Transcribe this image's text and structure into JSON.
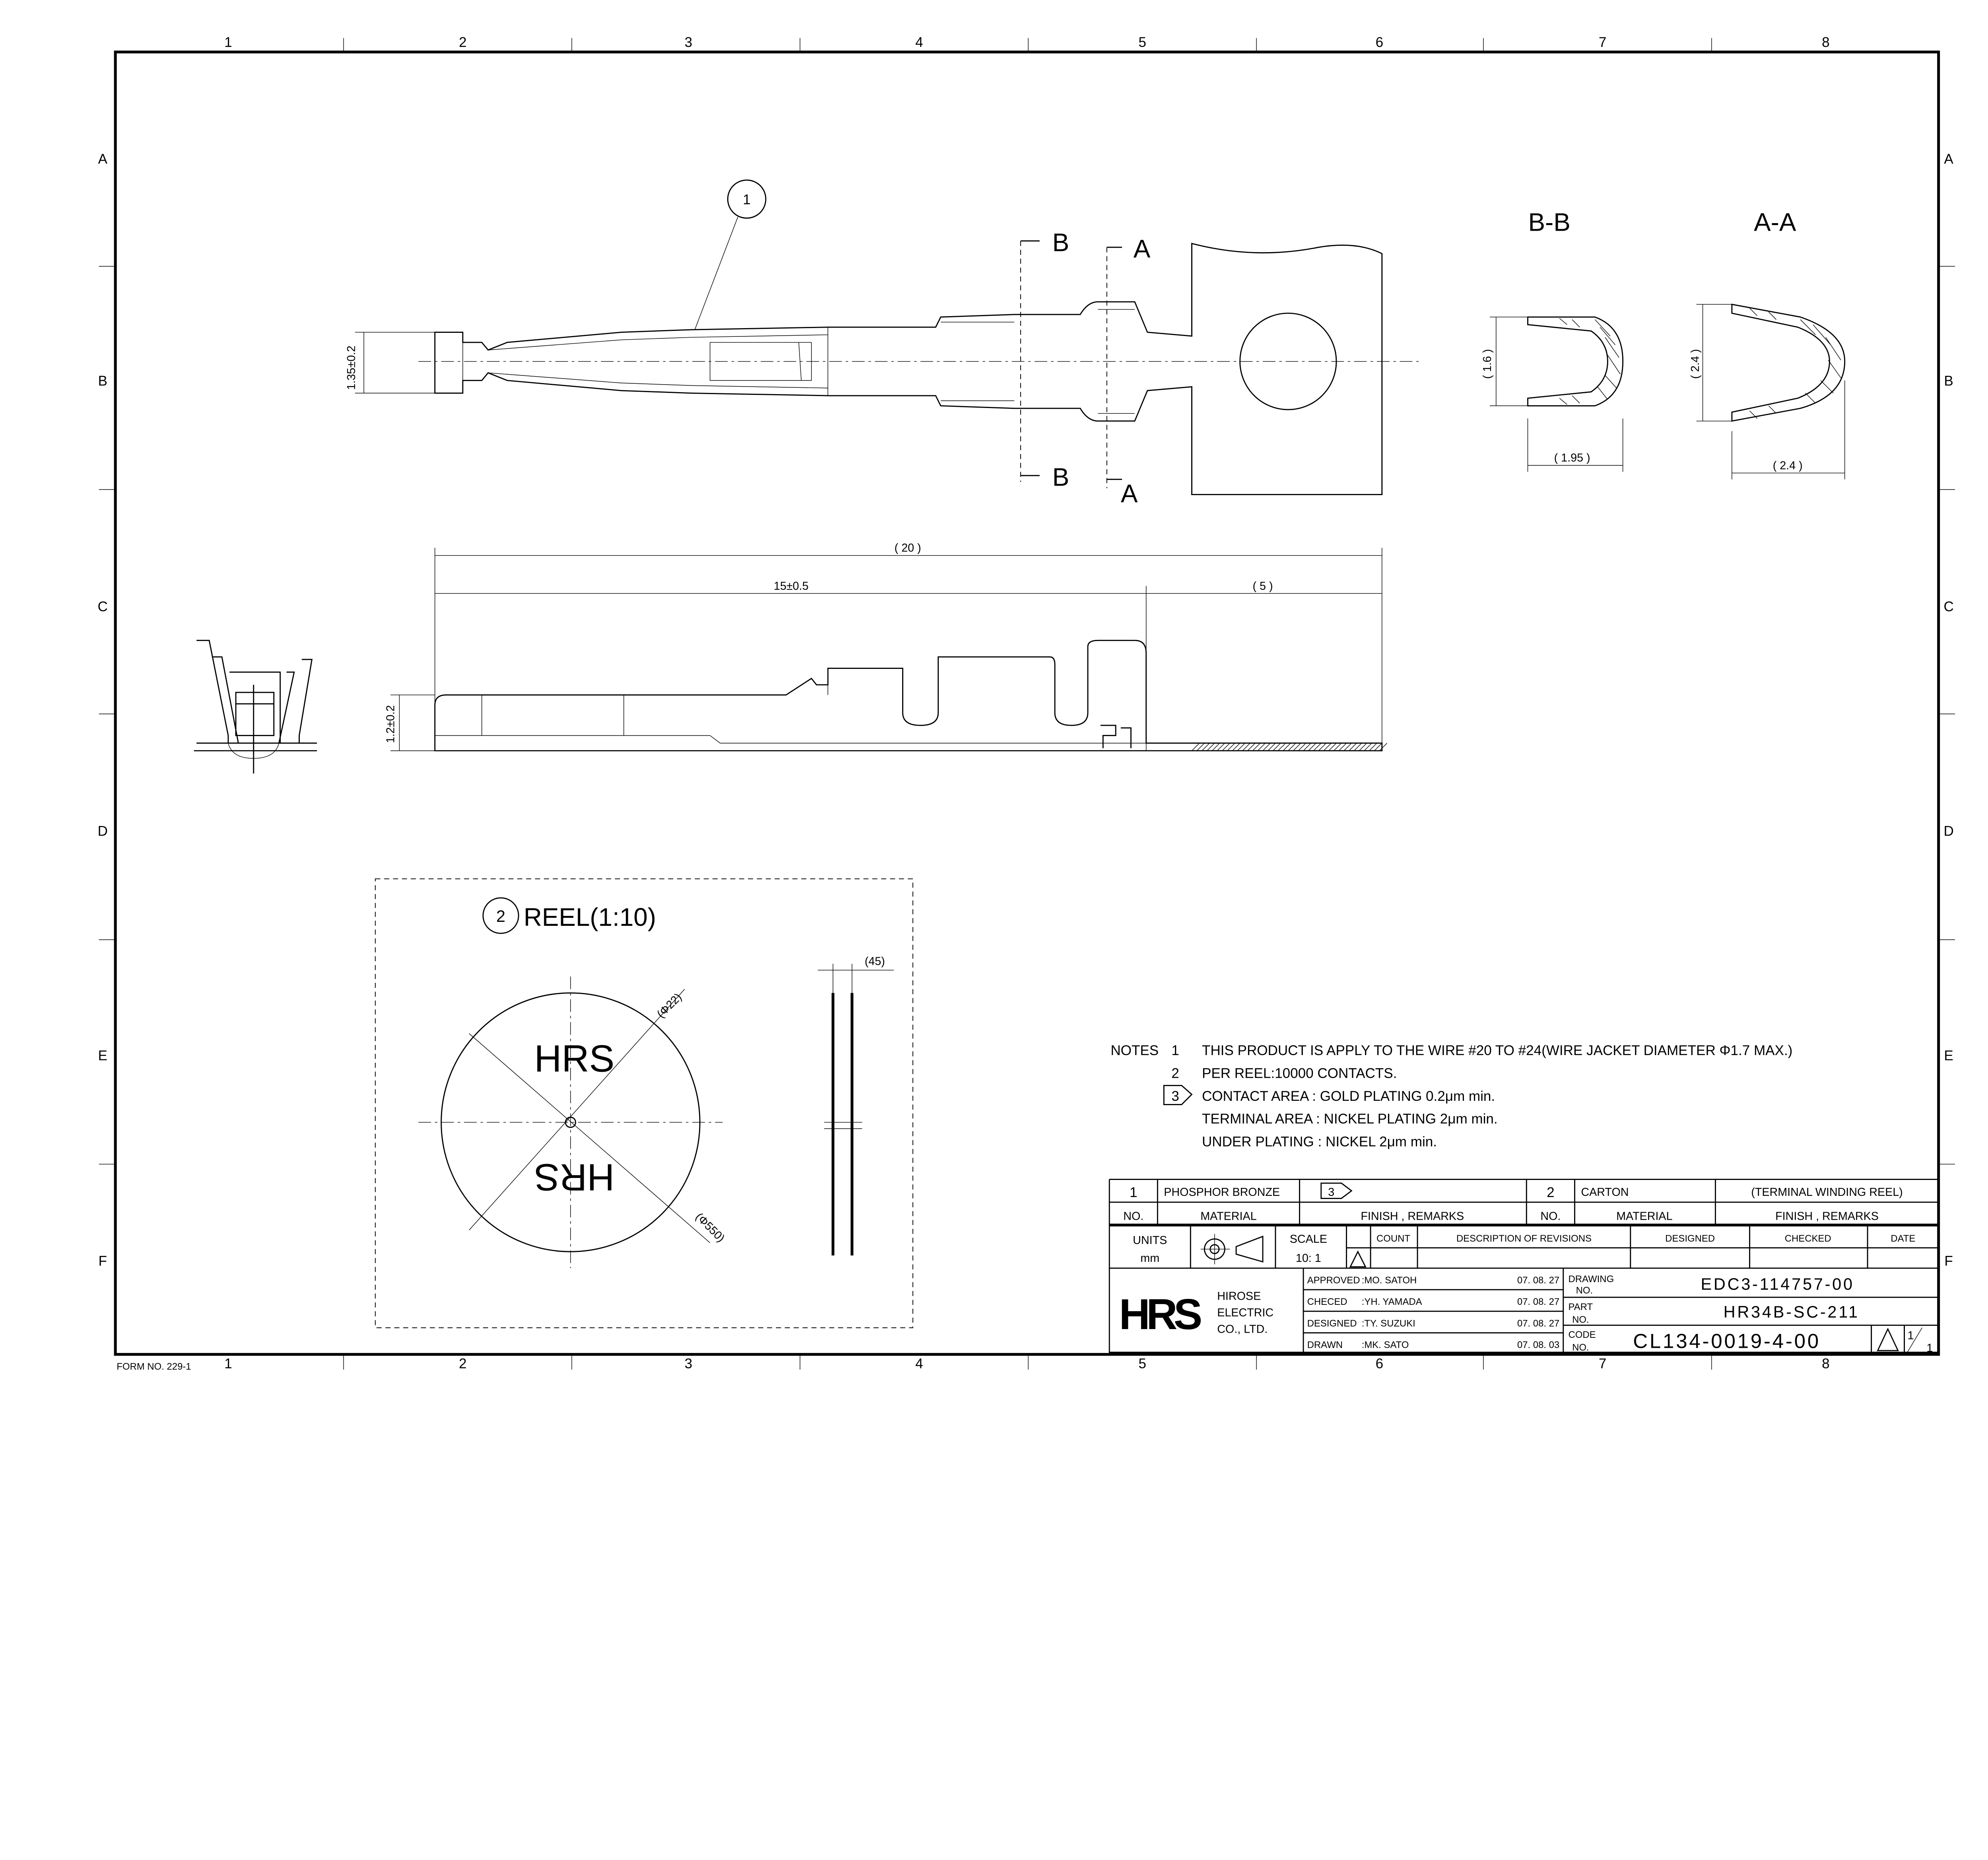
{
  "frame": {
    "column_labels": [
      "1",
      "2",
      "3",
      "4",
      "5",
      "6",
      "7",
      "8"
    ],
    "row_labels": [
      "A",
      "B",
      "C",
      "D",
      "E",
      "F"
    ],
    "form_no": "FORM NO. 229-1"
  },
  "contact_views": {
    "callout_item": "1",
    "section_b_letter": "B",
    "section_a_letter": "A",
    "section_bb_title": "B-B",
    "section_aa_title": "A-A",
    "dim_width": "1.35±0.2",
    "dim_total_length": "( 20 )",
    "dim_length": "15±0.5",
    "dim_carrier": "( 5 )",
    "dim_height": "1.2±0.2",
    "bb_height": "( 1.6 )",
    "bb_width": "( 1.95 )",
    "aa_height": "( 2.4 )",
    "aa_width": "( 2.4 )",
    "finish_mark": "3"
  },
  "reel": {
    "item_no": "2",
    "title": "REEL(1:10)",
    "logo_text": "HRS",
    "hub_dia": "(Φ22)",
    "outer_dia": "(Φ550)",
    "width": "(45)"
  },
  "notes": {
    "label": "NOTES",
    "items": [
      {
        "no": "1",
        "text": "THIS PRODUCT IS APPLY TO THE WIRE #20 TO #24(WIRE JACKET DIAMETER Φ1.7 MAX.)"
      },
      {
        "no": "2",
        "text": "PER REEL:10000 CONTACTS."
      },
      {
        "no": "3",
        "text": "CONTACT AREA : GOLD PLATING 0.2μm min."
      },
      {
        "no": "",
        "text": "TERMINAL AREA : NICKEL PLATING 2μm min."
      },
      {
        "no": "",
        "text": "UNDER PLATING : NICKEL 2μm min."
      }
    ]
  },
  "title_block": {
    "materials": [
      {
        "no": "1",
        "material": "PHOSPHOR BRONZE",
        "finish": "3"
      },
      {
        "no": "2",
        "material": "CARTON",
        "finish": "(TERMINAL WINDING REEL)"
      }
    ],
    "headers": {
      "no": "NO.",
      "material": "MATERIAL",
      "finish": "FINISH , REMARKS"
    },
    "units_label": "UNITS",
    "units_value": "mm",
    "scale_label": "SCALE",
    "scale_value": "10: 1",
    "revision_headers": {
      "count": "COUNT",
      "description": "DESCRIPTION OF REVISIONS",
      "designed": "DESIGNED",
      "checked": "CHECKED",
      "date": "DATE"
    },
    "company_logo": "HRS",
    "company_name": [
      "HIROSE",
      "ELECTRIC",
      "CO., LTD."
    ],
    "signoffs": [
      {
        "role": "APPROVED",
        "name": ":MO. SATOH",
        "date": "07. 08. 27"
      },
      {
        "role": "CHECED",
        "name": ":YH. YAMADA",
        "date": "07. 08. 27"
      },
      {
        "role": "DESIGNED",
        "name": ":TY. SUZUKI",
        "date": "07. 08. 27"
      },
      {
        "role": "DRAWN",
        "name": ":MK. SATO",
        "date": "07. 08. 03"
      }
    ],
    "drawing_no_label": [
      "DRAWING",
      "NO."
    ],
    "drawing_no": "EDC3-114757-00",
    "part_no_label": [
      "PART",
      "NO."
    ],
    "part_no": "HR34B-SC-211",
    "code_no_label": [
      "CODE",
      "NO."
    ],
    "code_no": "CL134-0019-4-00",
    "sheet_top": "1",
    "sheet_bottom": "1"
  }
}
